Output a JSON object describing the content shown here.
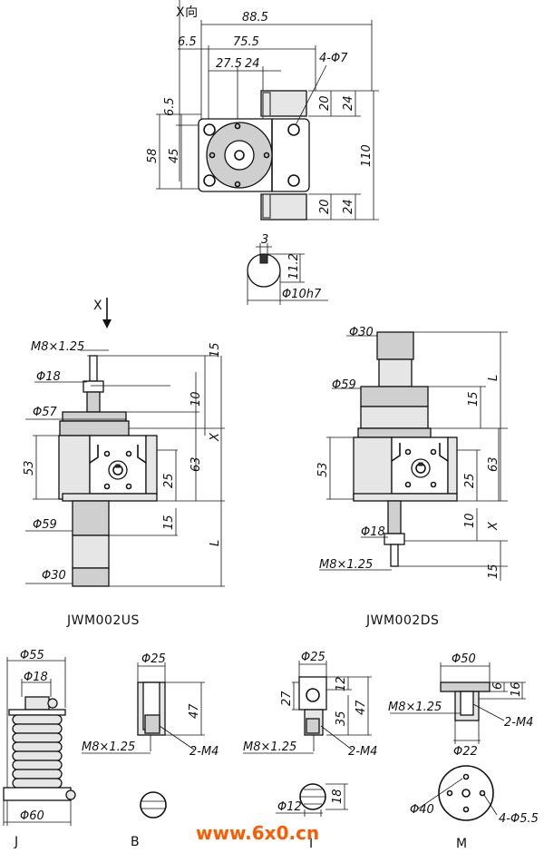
{
  "top_view": {
    "x_label": "X向",
    "dims": {
      "w88": "88.5",
      "w75": "75.5",
      "w6": "6.5",
      "w27": "27.5",
      "w24": "24",
      "holes": "4-Φ7",
      "h6": "6.5",
      "h58": "58",
      "h45": "45",
      "h20a": "20",
      "h24a": "24",
      "h110": "110",
      "h20b": "20",
      "h24b": "24"
    }
  },
  "key_view": {
    "w3": "3",
    "h11": "11.2",
    "dia": "Φ10h7"
  },
  "us": {
    "x_label": "X",
    "caption": "JWM002US",
    "dims": {
      "thread": "M8×1.25",
      "d18": "Φ18",
      "d57": "Φ57",
      "d59": "Φ59",
      "d30": "Φ30",
      "h15top": "15",
      "h10": "10",
      "x": "X",
      "h63": "63",
      "h25": "25",
      "h53": "53",
      "h15b": "15",
      "l": "L"
    }
  },
  "ds": {
    "caption": "JWM002DS",
    "dims": {
      "d30": "Φ30",
      "d59": "Φ59",
      "l": "L",
      "h15": "15",
      "h53": "53",
      "h63": "63",
      "h25": "25",
      "h10": "10",
      "x": "X",
      "d18": "Φ18",
      "thread": "M8×1.25",
      "h15b": "15"
    }
  },
  "parts": {
    "j": {
      "caption": "J",
      "d55": "Φ55",
      "d18": "Φ18",
      "d60": "Φ60"
    },
    "b": {
      "caption": "B",
      "d25": "Φ25",
      "h47": "47",
      "thread": "M8×1.25",
      "m4": "2-M4"
    },
    "i": {
      "caption": "I",
      "d25": "Φ25",
      "h12": "12",
      "h27": "27",
      "h35": "35",
      "h47": "47",
      "thread": "M8×1.25",
      "m4": "2-M4",
      "d12": "Φ12",
      "h18": "18"
    },
    "m": {
      "caption": "M",
      "d50": "Φ50",
      "h6": "6",
      "h16": "16",
      "thread": "M8×1.25",
      "m4": "2-M4",
      "d22": "Φ22",
      "d40": "Φ40",
      "holes": "4-Φ5.5"
    }
  },
  "watermark": "www.6x0.cn"
}
